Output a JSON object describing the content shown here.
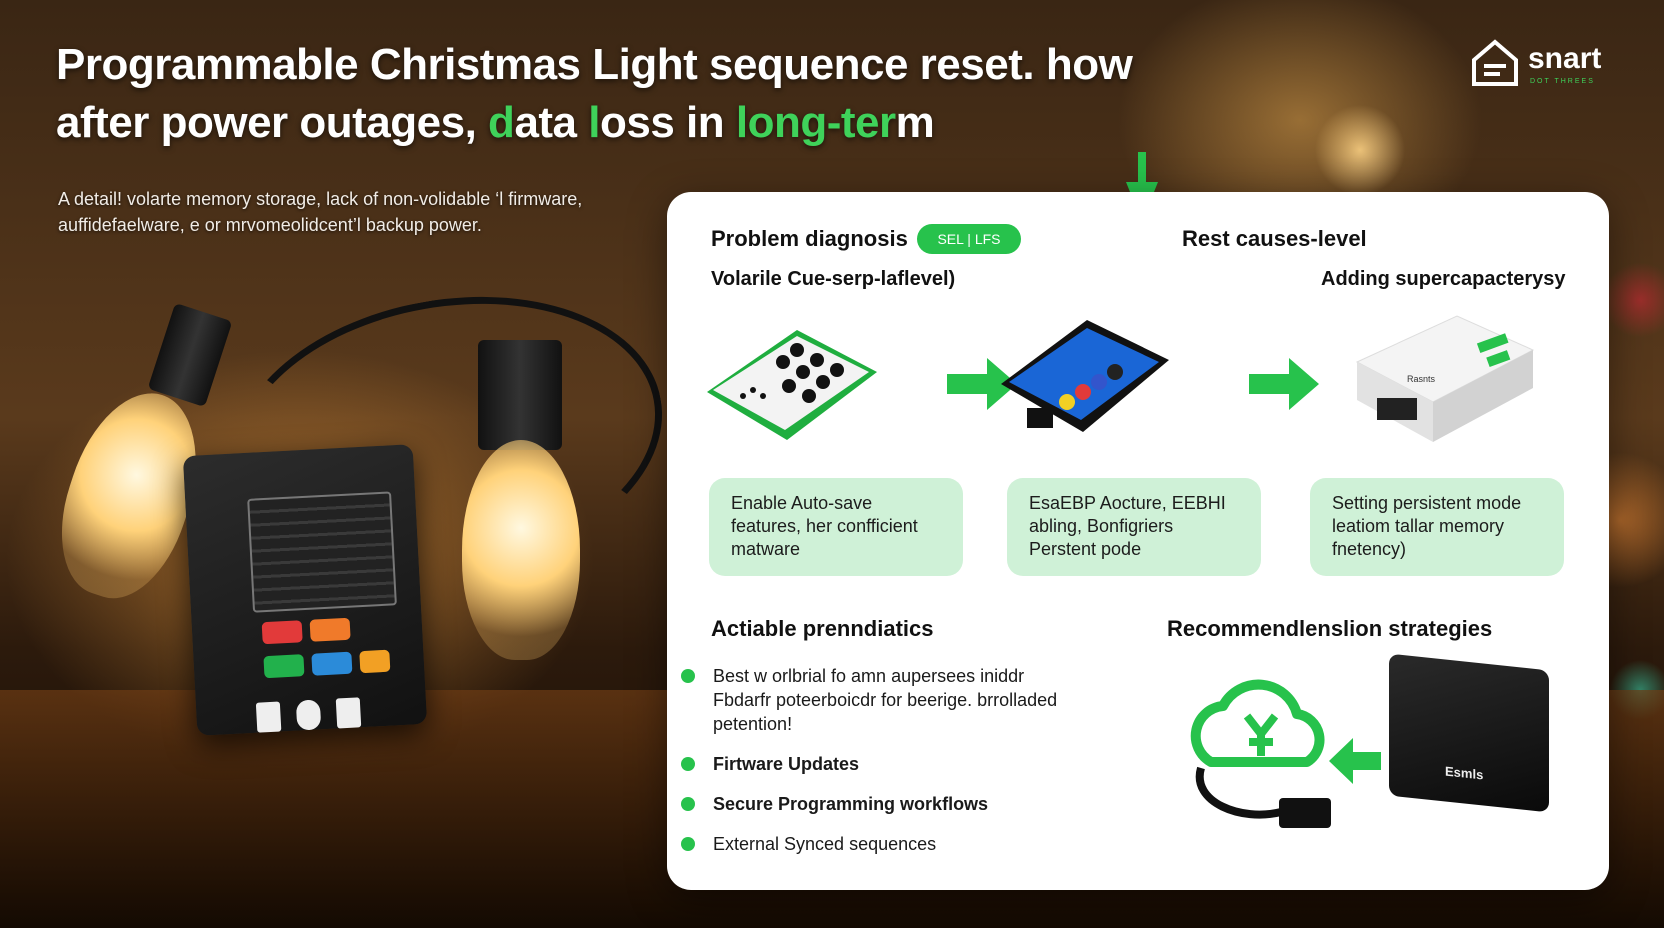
{
  "header": {
    "title_line1": "Programmable Christmas Light sequence reset. how",
    "title_line2_a": "after power outages, ",
    "title_line2_b": "d",
    "title_line2_c": "ata ",
    "title_line2_d": "l",
    "title_line2_e": "oss in ",
    "title_line2_f": "long-ter",
    "title_line2_g": "m",
    "subtitle_line1": "A detail!  volarte memory storage, lack of non-volidable ‘l firmware,",
    "subtitle_line2": "auffidefaelware, e or mrvomeolidcent’l backup power."
  },
  "logo": {
    "name": "snart",
    "tagline": "DOT THREES"
  },
  "panel": {
    "diagnosis_title": "Problem diagnosis",
    "diagnosis_pill": "SEL | LFS",
    "causes_title": "Rest causes-level",
    "volatile_label": "Volarile Cue-serp-laflevel)",
    "supercap_label": "Adding supercapacterysy",
    "cards": [
      {
        "l1": "Enable Auto-save",
        "l2": "features, her confficient",
        "l3": "matware"
      },
      {
        "l1": "EsaEBP Aocture, EEBHI",
        "l2": "abling, Bonfigriers",
        "l3": "Perstent pode"
      },
      {
        "l1": "Setting persistent mode",
        "l2": "leatiom tallar memory",
        "l3": "fnetency)"
      }
    ],
    "actionable_title": "Actiable prenndiatics",
    "recommend_title": "Recommendlenslion strategies",
    "bullets": [
      {
        "l1": "Best w orlbrial fo amn aupersees iniddr",
        "l2": "Fbdarfr poteerboicdr for beerige. brrolladed",
        "l3": "petention!"
      },
      {
        "l1": "Firtware Updates"
      },
      {
        "l1": "Secure Programming workflows"
      },
      {
        "l1": "External Synced sequences"
      }
    ],
    "device_badge": "Esmls",
    "chip_text": "Rasnts"
  },
  "colors": {
    "accent": "#27c24c",
    "card": "#cff1d7",
    "panel": "#ffffff"
  }
}
